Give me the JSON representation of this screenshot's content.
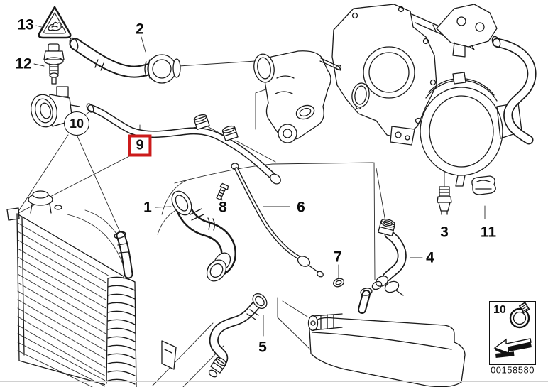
{
  "diagram": {
    "type": "exploded-parts-diagram",
    "subject": "engine cooling system water hoses",
    "part_number": "00158580",
    "highlight_color": "#cc1b1b",
    "line_color": "#1a1a1a",
    "background_color": "#ffffff",
    "callouts": [
      {
        "label": "1"
      },
      {
        "label": "2"
      },
      {
        "label": "3"
      },
      {
        "label": "4"
      },
      {
        "label": "5"
      },
      {
        "label": "6"
      },
      {
        "label": "7"
      },
      {
        "label": "8"
      },
      {
        "label": "9",
        "highlighted": true
      },
      {
        "label": "10",
        "shape": "circle"
      },
      {
        "label": "11"
      },
      {
        "label": "12"
      },
      {
        "label": "13"
      }
    ],
    "legend": {
      "number": "10",
      "icon": "hose-clamp-icon",
      "arrow": "direction-arrow-icon"
    }
  }
}
